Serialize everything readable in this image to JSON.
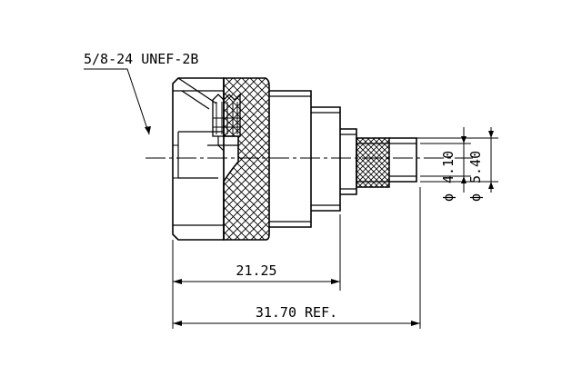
{
  "drawing": {
    "thread_callout": "5/8-24 UNEF-2B",
    "dim_length_inner": "21.25",
    "dim_length_total": "31.70 REF.",
    "dim_dia_inner": "4.10",
    "dim_dia_outer": "5.40",
    "dia_symbol": "ϕ"
  }
}
